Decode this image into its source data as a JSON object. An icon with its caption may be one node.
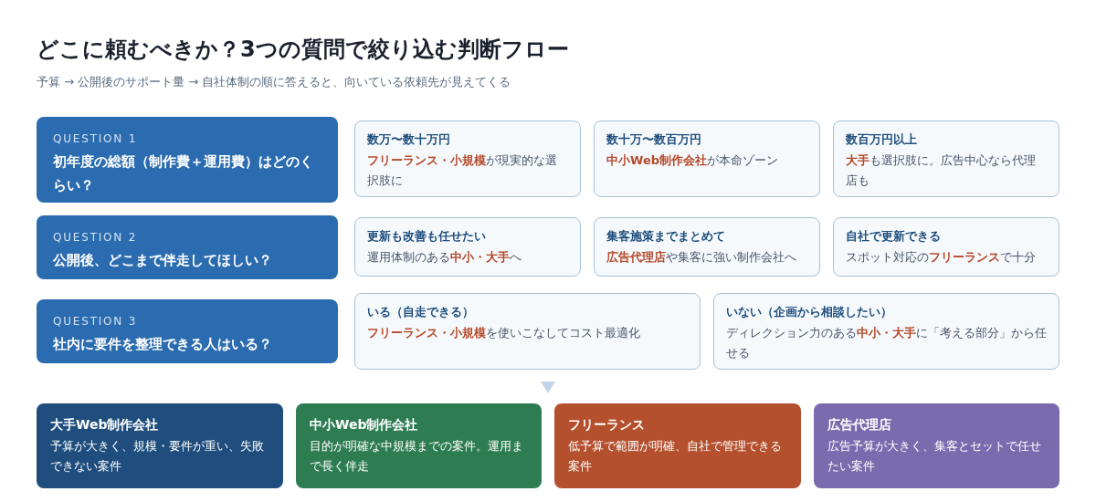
{
  "diagram": {
    "title": "どこに頼むべきか？3つの質問で絞り込む判断フロー",
    "nodes": [
      {
        "text": [
          "QUESTION 1",
          "初年度の総額（制作費＋運用費）はどのくらい？"
        ]
      },
      {
        "text": [
          "数万〜数十万円",
          "**フリーランス・小規模**が現実的な選択肢に"
        ]
      },
      {
        "text": [
          "数十万〜数百万円",
          "**中小Web制作会社**が本命ゾーン"
        ]
      },
      {
        "text": [
          "数百万円以上",
          "**大手**も選択肢に。広告中心なら代理店も"
        ]
      },
      {
        "text": [
          "QUESTION 2",
          "公開後、どこまで伴走してほしい？"
        ]
      },
      {
        "text": [
          "更新も改善も任せたい",
          "運用体制のある**中小・大手**へ"
        ]
      },
      {
        "text": [
          "集客施策までまとめて",
          "**広告代理店**や集客に強い制作会社へ"
        ]
      },
      {
        "text": [
          "自社で更新できる",
          "スポット対応の**フリーランス**で十分"
        ]
      },
      {
        "text": [
          "QUESTION 3",
          "社内に要件を整理できる人はいる？"
        ]
      },
      {
        "text": [
          "いる（自走できる）",
          "**フリーランス・小規模**を使いこなしてコスト最適化"
        ]
      },
      {
        "text": [
          "いない（企画から相談したい）",
          "ディレクション力のある**中小・大手**に「考える部分」から任せる"
        ]
      },
      {
        "text": [
          "大手Web制作会社",
          "予算が大きく、規模・要件が重い、失敗できない案件"
        ]
      },
      {
        "text": [
          "中小Web制作会社",
          "目的が明確な中規模までの案件。運用まで長く伴走"
        ]
      },
      {
        "text": [
          "フリーランス",
          "低予算で範囲が明確、自社で管理できる案件"
        ]
      },
      {
        "text": [
          "広告代理店",
          "広告予算が大きく、集客とセットで任せたい案件"
        ]
      }
    ],
    "edges": [
      {
        "from": null,
        "to": 12,
        "arrow": "to"
      }
    ],
    "labels": [
      "予算 → 公開後のサポート量 → 自社体制の順に答えると、向いている依頼先が見えてくる"
    ]
  }
}
